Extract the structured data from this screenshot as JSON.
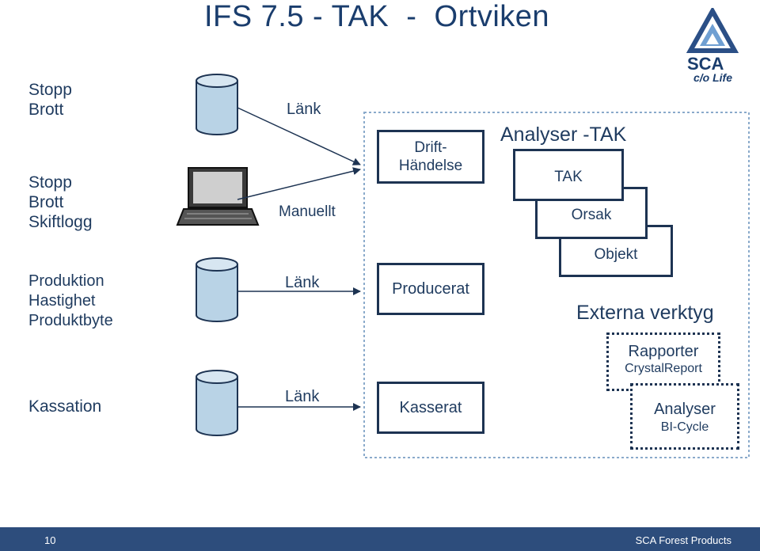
{
  "title": "IFS 7.5 - TAK  -  Ortviken",
  "logo": {
    "name": "sca-logo",
    "brand": "SCA",
    "tagline": "c/o Life"
  },
  "left_labels": {
    "stopp_brott": [
      "Stopp",
      "Brott"
    ],
    "stopp_brott_skiftlogg": [
      "Stopp",
      "Brott",
      "Skiftlogg"
    ],
    "produktion": [
      "Produktion",
      "Hastighet",
      "Produktbyte"
    ],
    "kassation": "Kassation"
  },
  "connectors": {
    "lank_1": "Länk",
    "manuellt": "Manuellt",
    "lank_2": "Länk",
    "lank_3": "Länk"
  },
  "boxes": {
    "drift": [
      "Drift-",
      "Händelse"
    ],
    "producerat": "Producerat",
    "kasserat": "Kasserat"
  },
  "analyser_tak": {
    "heading": "Analyser -TAK",
    "cards": [
      "TAK",
      "Orsak",
      "Objekt"
    ]
  },
  "externa": {
    "heading": "Externa verktyg",
    "rapporter": {
      "line1": "Rapporter",
      "line2": "CrystalReport"
    },
    "analyser": {
      "line1": "Analyser",
      "line2": "BI-Cycle"
    }
  },
  "footer": {
    "page": "10",
    "company": "SCA Forest Products"
  },
  "colors": {
    "text": "#1f3b5f",
    "footer": "#2d4d7c",
    "db": "#b9d3e6",
    "border": "#1d3352"
  }
}
